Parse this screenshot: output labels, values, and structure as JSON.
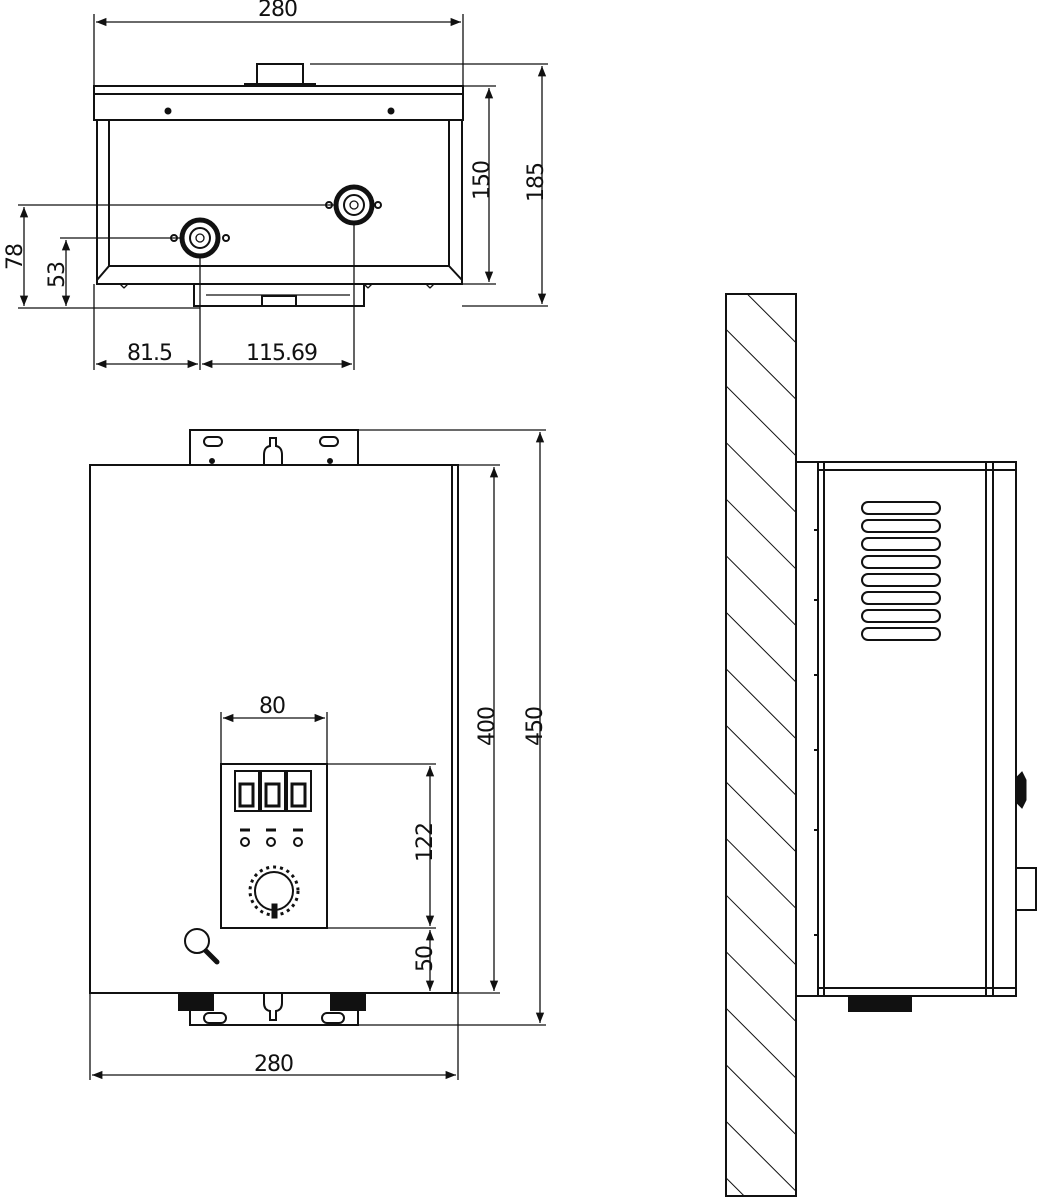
{
  "top_view": {
    "width_label": "280",
    "height_inner_label": "150",
    "height_outer_label": "185",
    "left_offset_label": "78",
    "left_offset2_label": "53",
    "bottom_left_label": "81.5",
    "bottom_right_label": "115.69"
  },
  "front_view": {
    "panel_width_label": "80",
    "body_height_label": "400",
    "total_height_label": "450",
    "panel_height_label": "122",
    "panel_bottom_label": "50",
    "bottom_width_label": "280"
  },
  "icons": {
    "zoom": "magnifier-icon"
  }
}
